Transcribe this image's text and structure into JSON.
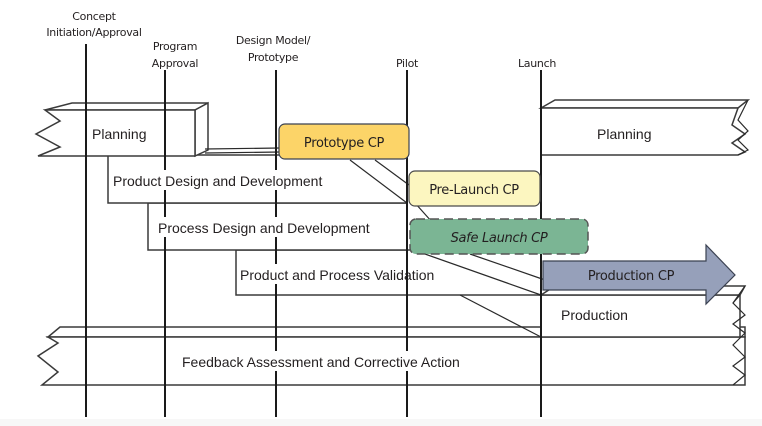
{
  "milestones": [
    {
      "line1": "Concept",
      "line2": "Initiation/Approval"
    },
    {
      "line1": "Program",
      "line2": "Approval"
    },
    {
      "line1": "Design Model/",
      "line2": "Prototype"
    },
    {
      "line1": "Pilot",
      "line2": ""
    },
    {
      "line1": "Launch",
      "line2": ""
    }
  ],
  "phases": {
    "planning_left": "Planning",
    "product_design": "Product Design and Development",
    "process_design": "Process Design and Development",
    "validation": "Product and Process Validation",
    "planning_right": "Planning",
    "production": "Production",
    "feedback": "Feedback Assessment and Corrective Action"
  },
  "control_plans": {
    "prototype": {
      "label": "Prototype CP",
      "color": "#fcd468"
    },
    "prelaunch": {
      "label": "Pre-Launch CP",
      "color": "#fcf6c0"
    },
    "safelaunch": {
      "label": "Safe Launch CP",
      "color": "#7bb594"
    },
    "production": {
      "label": "Production CP",
      "color": "#96a0ba"
    }
  }
}
